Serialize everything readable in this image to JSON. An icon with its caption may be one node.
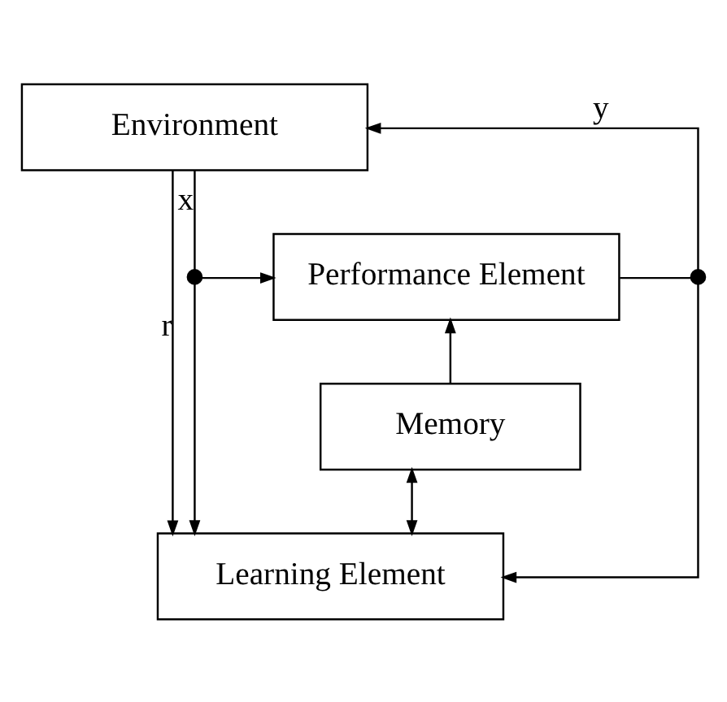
{
  "diagram": {
    "nodes": [
      {
        "text": [
          "Environment"
        ]
      },
      {
        "text": [
          "Performance Element"
        ]
      },
      {
        "text": [
          "Memory"
        ]
      },
      {
        "text": [
          "Learning Element"
        ]
      },
      {
        "text": [],
        "shape": "circle"
      },
      {
        "text": [],
        "shape": "circle"
      }
    ],
    "edges": [
      {
        "from": 0,
        "to": 3,
        "arrow": "to",
        "label": "r"
      },
      {
        "from": 0,
        "to": 4,
        "arrow": "none",
        "label": "x"
      },
      {
        "from": 4,
        "to": 1,
        "arrow": "to"
      },
      {
        "from": 4,
        "to": 3,
        "arrow": "to"
      },
      {
        "from": 1,
        "to": 5,
        "arrow": "none"
      },
      {
        "from": 5,
        "to": 0,
        "arrow": "to",
        "label": "y"
      },
      {
        "from": 5,
        "to": 3,
        "arrow": "to"
      },
      {
        "from": 2,
        "to": 1,
        "arrow": "to"
      },
      {
        "from": 3,
        "to": 2,
        "arrow": "both"
      }
    ]
  }
}
